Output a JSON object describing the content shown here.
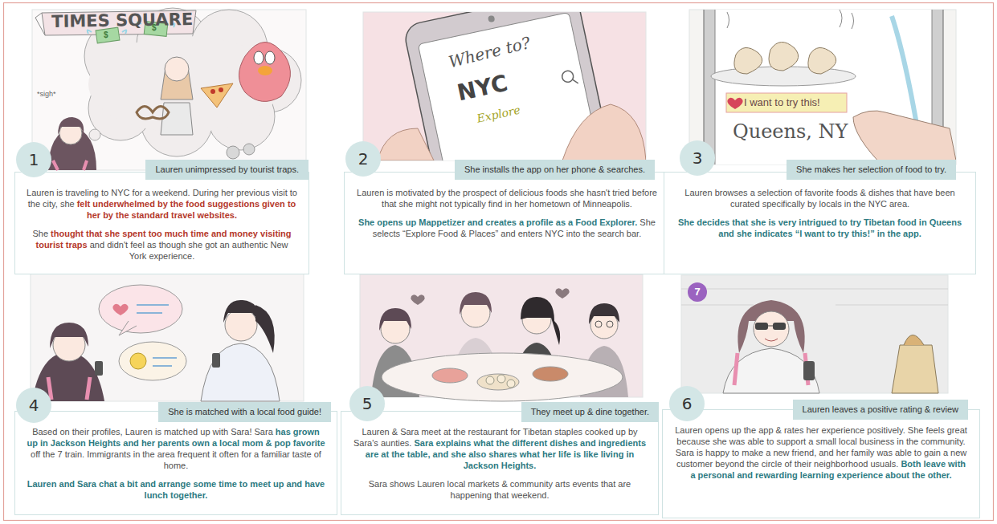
{
  "diagram": {
    "nodes": [
      {
        "text": [
          "1"
        ]
      },
      {
        "text": [
          "Lauren unimpressed by tourist traps."
        ]
      },
      {
        "text": [
          "Lauren is traveling to NYC for a weekend. During her previous visit to the city, she",
          "felt underwhelmed by the food suggestions given to her by the standard travel websites.",
          "She",
          "thought that she spent too much time and money visiting tourist traps",
          "and didn't feel as though she got an authentic New York experience."
        ]
      },
      {
        "text": [
          "2"
        ]
      },
      {
        "text": [
          "She installs the app on her phone & searches."
        ]
      },
      {
        "text": [
          "Lauren is motivated by the prospect of delicious foods she hasn't tried before that she might not typically find in her hometown of Minneapolis.",
          "She opens up Mappetizer and creates a profile as a Food Explorer.",
          "She selects “Explore Food & Places” and enters NYC into the search bar."
        ]
      },
      {
        "text": [
          "3"
        ]
      },
      {
        "text": [
          "She makes her selection of food to try."
        ]
      },
      {
        "text": [
          "Lauren browses a selection of favorite foods & dishes that have been curated specifically by locals in the NYC area.",
          "She decides that she is very intrigued to try Tibetan food in Queens and she indicates “I want to try this!” in the app."
        ]
      },
      {
        "text": [
          "4"
        ]
      },
      {
        "text": [
          "She is matched with a local food guide!"
        ]
      },
      {
        "text": [
          "Based on their profiles, Lauren is matched up with Sara! Sara",
          "has grown up in Jackson Heights and her parents own a local mom & pop favorite",
          "off the 7 train. Immigrants in the area frequent it often for a familiar taste of home.",
          "Lauren and Sara chat a bit and arrange some time to meet up and have lunch together."
        ]
      },
      {
        "text": [
          "5"
        ]
      },
      {
        "text": [
          "They meet up & dine together."
        ]
      },
      {
        "text": [
          "Lauren & Sara meet at the restaurant for Tibetan staples cooked up by Sara's aunties.",
          "Sara explains what the different dishes and ingredients are at the table, and she also shares what her life is like living in Jackson Heights.",
          "Sara shows Lauren local markets & community arts events that are happening that weekend."
        ]
      },
      {
        "text": [
          "6"
        ]
      },
      {
        "text": [
          "Lauren leaves a positive rating & review"
        ]
      },
      {
        "text": [
          "Lauren opens up the app & rates her experience positively. She feels great because she was able to support a small local business in the community. Sara is happy to make a new friend, and her family was able to gain a new customer beyond the circle of their neighborhood usuals.",
          "Both leave with a personal and rewarding learning experience about the other."
        ]
      }
    ],
    "labels": [
      "TIMES SQUARE",
      "*sigh*",
      "$",
      "$",
      "Where to?",
      "NYC",
      "Explore",
      "I want to try this!",
      "Queens, NY",
      "7"
    ]
  }
}
